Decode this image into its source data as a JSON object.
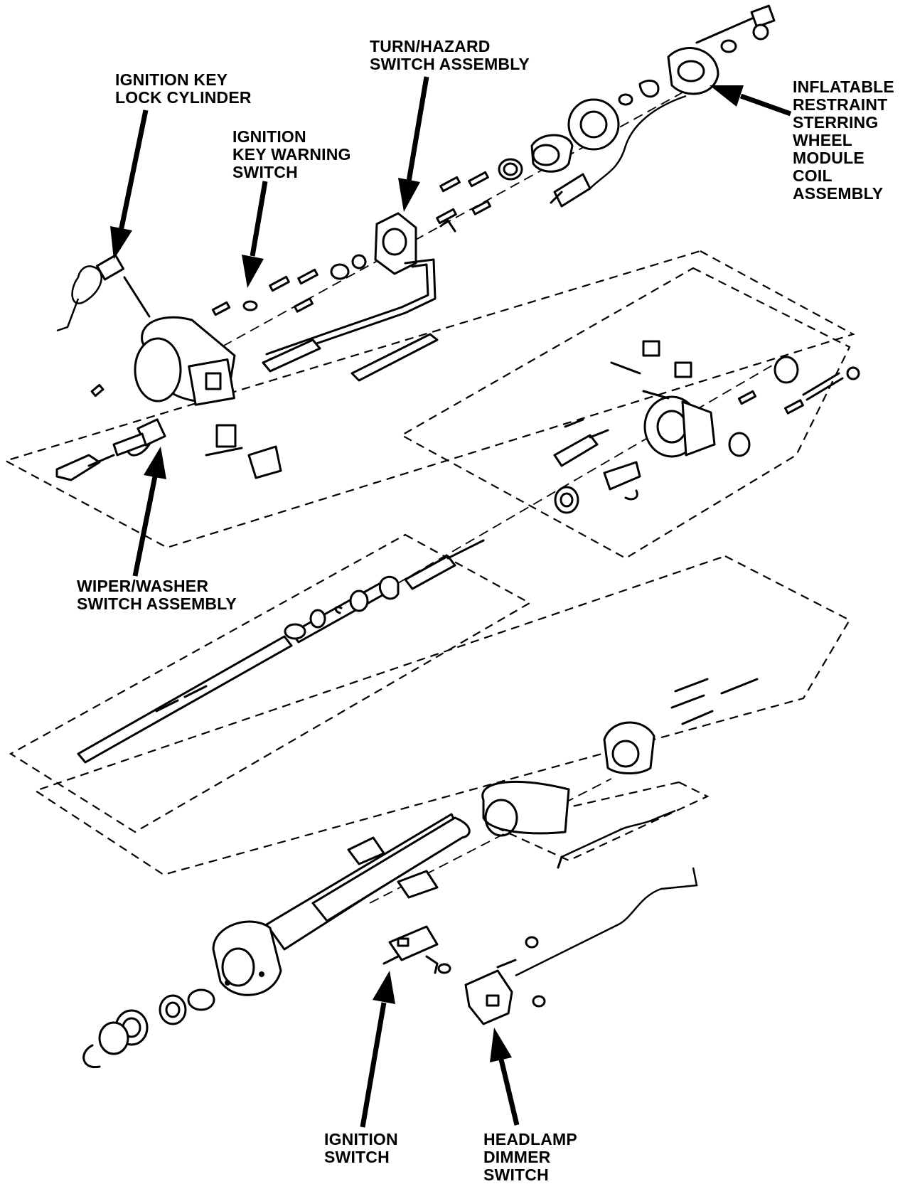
{
  "callouts": {
    "ignition_key_lock_cylinder": [
      "IGNITION KEY",
      "LOCK CYLINDER"
    ],
    "ignition_key_warning_switch": [
      "IGNITION",
      "KEY WARNING",
      "SWITCH"
    ],
    "turn_hazard_switch_assembly": [
      "TURN/HAZARD",
      "SWITCH ASSEMBLY"
    ],
    "inflatable_restraint_coil": [
      "INFLATABLE",
      "RESTRAINT",
      "STERRING",
      "WHEEL",
      "MODULE",
      "COIL",
      "ASSEMBLY"
    ],
    "wiper_washer_switch_assembly": [
      "WIPER/WASHER",
      "SWITCH ASSEMBLY"
    ],
    "ignition_switch": [
      "IGNITION",
      "SWITCH"
    ],
    "headlamp_dimmer_switch": [
      "HEADLAMP",
      "DIMMER",
      "SWITCH"
    ]
  },
  "colors": {
    "ink": "#000000",
    "paper": "#ffffff"
  }
}
